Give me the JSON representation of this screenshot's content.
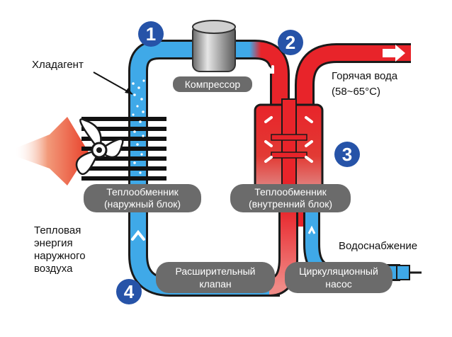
{
  "colors": {
    "cold_pipe": "#3fa9e8",
    "hot_pipe": "#e8242a",
    "pipe_outline": "#1a1a1a",
    "step_badge": "#2653a8",
    "pill": "#6b6b6b",
    "heat_arrow": "#e8553a"
  },
  "steps": [
    "1",
    "2",
    "3",
    "4"
  ],
  "labels": {
    "refrigerant": "Хладагент",
    "compressor": "Компрессор",
    "hot_water_1": "Горячая вода",
    "hot_water_2": "(58~65°C)",
    "outdoor_hx_1": "Теплообменник",
    "outdoor_hx_2": "(наружный блок)",
    "indoor_hx_1": "Теплообменник",
    "indoor_hx_2": "(внутренний блок)",
    "ambient_1": "Тепловая",
    "ambient_2": "энергия",
    "ambient_3": "наружного",
    "ambient_4": "воздуха",
    "water_supply": "Водоснабжение",
    "expansion_valve_1": "Расширительный",
    "expansion_valve_2": "клапан",
    "pump_1": "Циркуляционный",
    "pump_2": "насос"
  },
  "icons": [
    "fan-icon",
    "compressor-icon",
    "heat-arrow-icon",
    "flow-arrow-icon"
  ]
}
